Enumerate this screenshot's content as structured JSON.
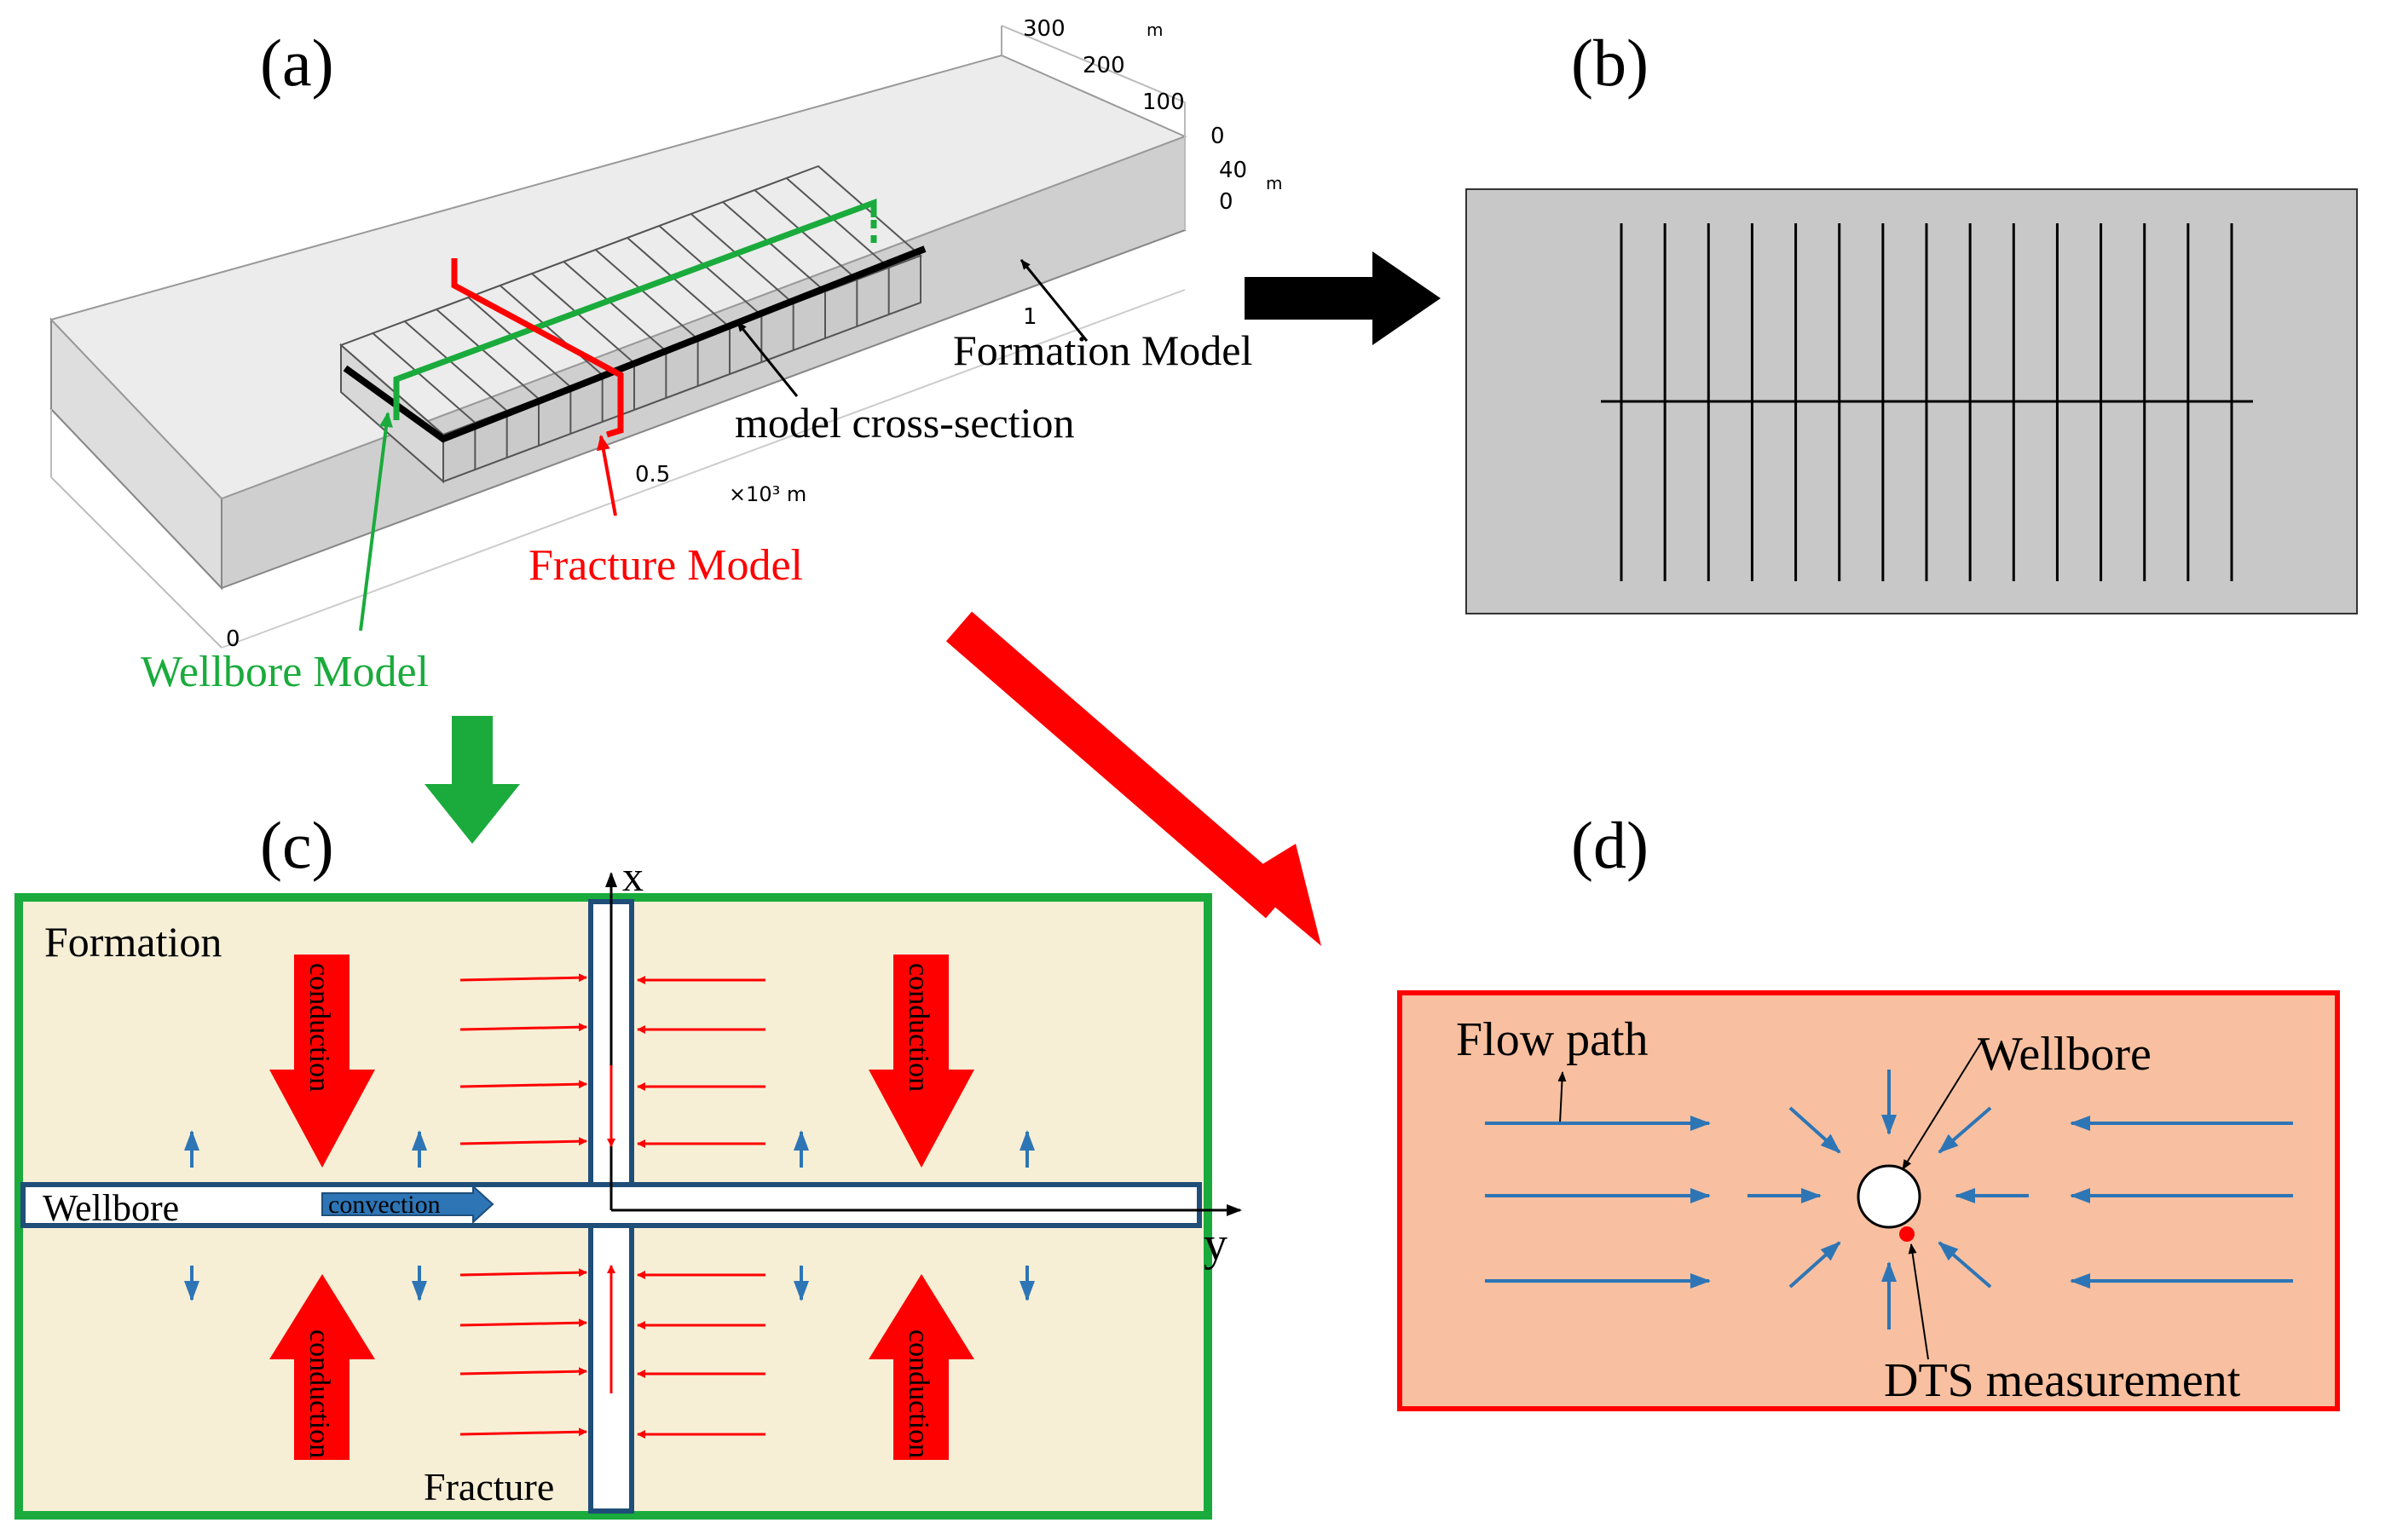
{
  "panels": {
    "a": {
      "label": "(a)",
      "axis_top": [
        "300",
        "200",
        "100",
        "0"
      ],
      "axis_top_unit": "m",
      "axis_z": [
        "40",
        "0"
      ],
      "axis_z_unit": "m",
      "axis_x_tick_1": "1",
      "axis_x_tick_05": "0.5",
      "axis_x_unit": "×10³ m",
      "axis_origin": "0",
      "formation_model": "Formation Model",
      "cross_section": "model cross-section",
      "fracture_model": "Fracture Model",
      "wellbore_model": "Wellbore Model"
    },
    "b": {
      "label": "(b)",
      "fracture_line_count": 15
    },
    "c": {
      "label": "(c)",
      "x_axis": "x",
      "y_axis": "y",
      "formation": "Formation",
      "wellbore": "Wellbore",
      "convection": "convection",
      "conduction": "conduction",
      "fracture": "Fracture"
    },
    "d": {
      "label": "(d)",
      "flow_path": "Flow path",
      "wellbore": "Wellbore",
      "dts": "DTS measurement"
    }
  },
  "colors": {
    "green": "#1aab3c",
    "red": "#ff0000",
    "blue_arrow": "#2e75b6",
    "wellbore_outline": "#1f4e79",
    "formation_fill": "#f6efd6",
    "panel_b_fill": "#c8c8c8",
    "panel_d_fill": "#f8c0a0"
  }
}
